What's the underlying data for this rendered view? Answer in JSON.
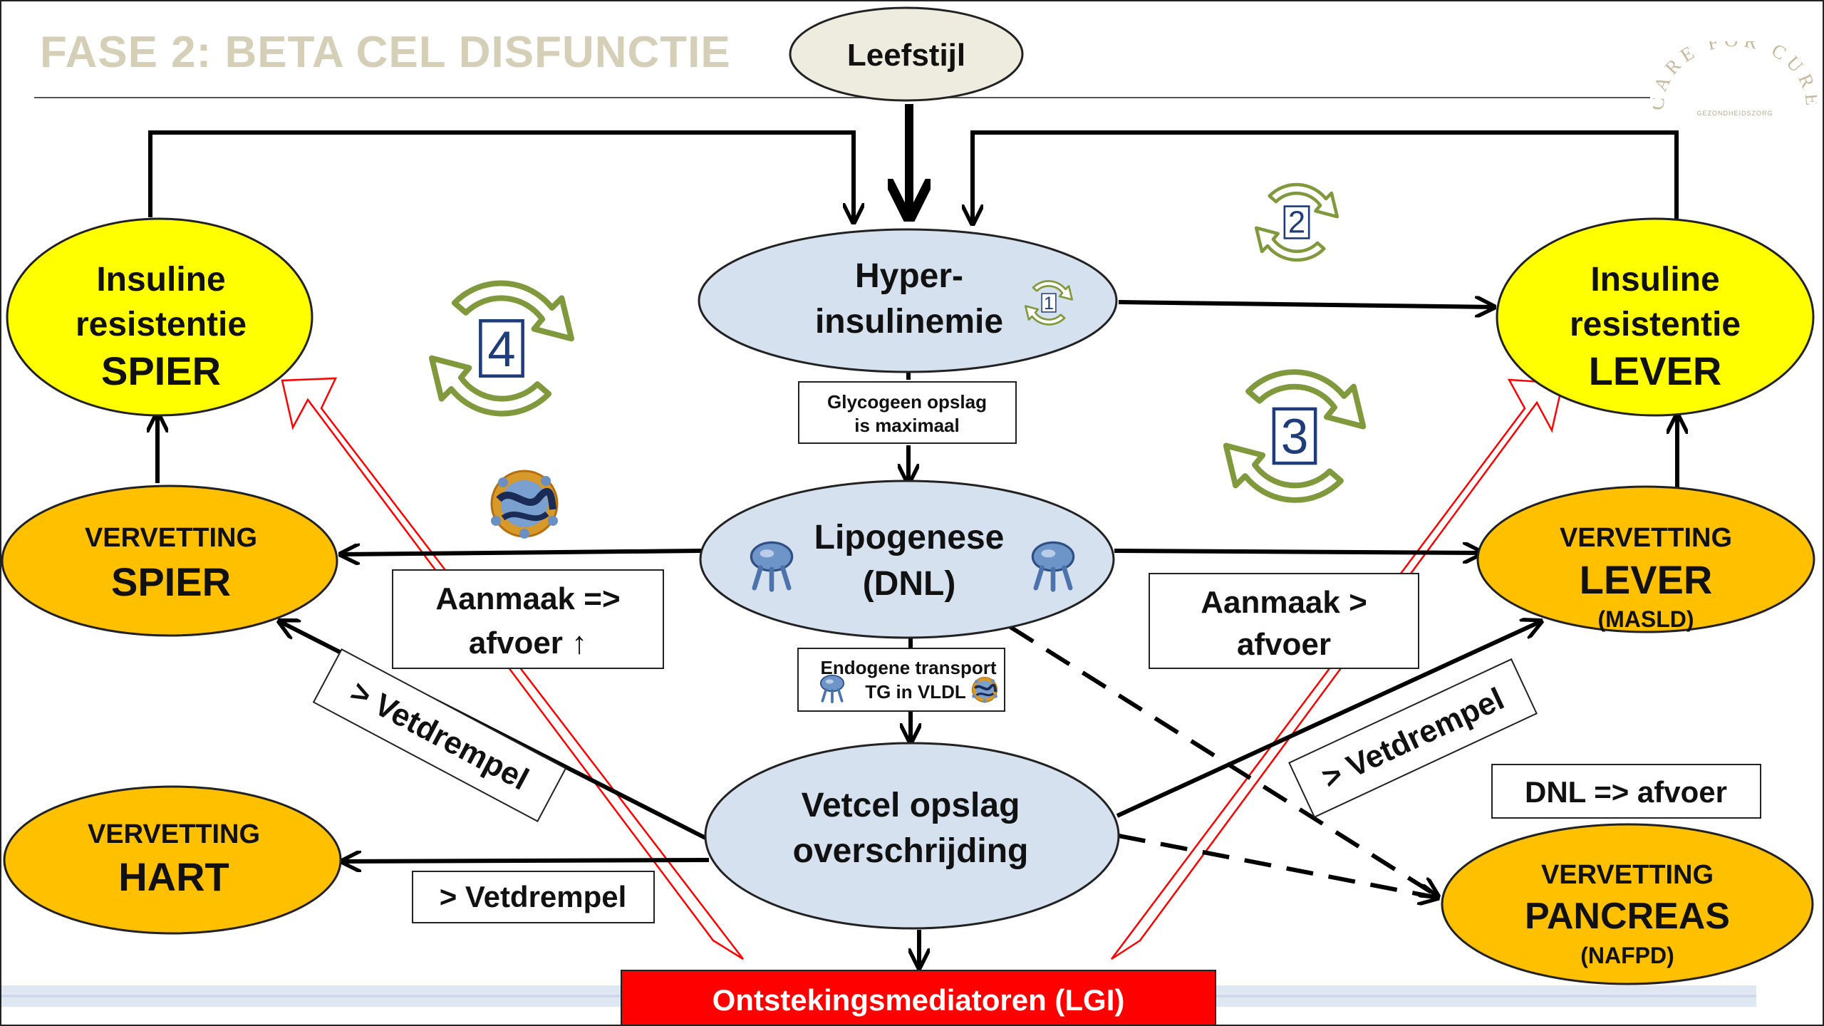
{
  "title": "FASE 2: BETA CEL DISFUNCTIE",
  "logo": {
    "text": "CARE FOR CURE",
    "sub_line1": "",
    "sub_line2": "GEZONDHEIDSZORG"
  },
  "nodes": {
    "leefstijl": "Leefstijl",
    "hyper": [
      "Hyper-",
      "insulinemie"
    ],
    "lipogenese": [
      "Lipogenese",
      "(DNL)"
    ],
    "vetcel": [
      "Vetcel opslag",
      "overschrijding"
    ],
    "ir_spier": [
      "Insuline",
      "resistentie",
      "SPIER"
    ],
    "ir_lever": [
      "Insuline",
      "resistentie",
      "LEVER"
    ],
    "vet_spier": [
      "VERVETTING",
      "SPIER"
    ],
    "vet_lever": [
      "VERVETTING",
      "LEVER",
      "(MASLD)"
    ],
    "vet_hart": [
      "VERVETTING",
      "HART"
    ],
    "vet_pancreas": [
      "VERVETTING",
      "PANCREAS",
      "(NAFPD)"
    ]
  },
  "labels": {
    "glycogeen": [
      "Glycogeen opslag",
      "is maximaal"
    ],
    "endogeen": [
      "Endogene transport",
      "TG in VLDL"
    ],
    "aanmaak_spier": [
      "Aanmaak =>",
      "afvoer ↑"
    ],
    "aanmaak_lever": [
      "Aanmaak >",
      "afvoer"
    ],
    "vetdrempel_spier": "> Vetdrempel",
    "vetdrempel_lever": "> Vetdrempel",
    "vetdrempel_hart": "> Vetdrempel",
    "dnl_afvoer": "DNL => afvoer",
    "ontsteking": "Ontstekingsmediatoren (LGI)"
  },
  "cycles": {
    "c1": "1",
    "c2": "2",
    "c3": "3",
    "c4": "4"
  },
  "colors": {
    "yellow": "#ffff00",
    "orange": "#ffc000",
    "blue_ellipse": "#d6e1ef",
    "cream": "#eeecde",
    "cycle_green": "#7f993c",
    "cycle_num": "#1f3d7a",
    "red": "#ff0000",
    "title": "#d5cfb7"
  }
}
